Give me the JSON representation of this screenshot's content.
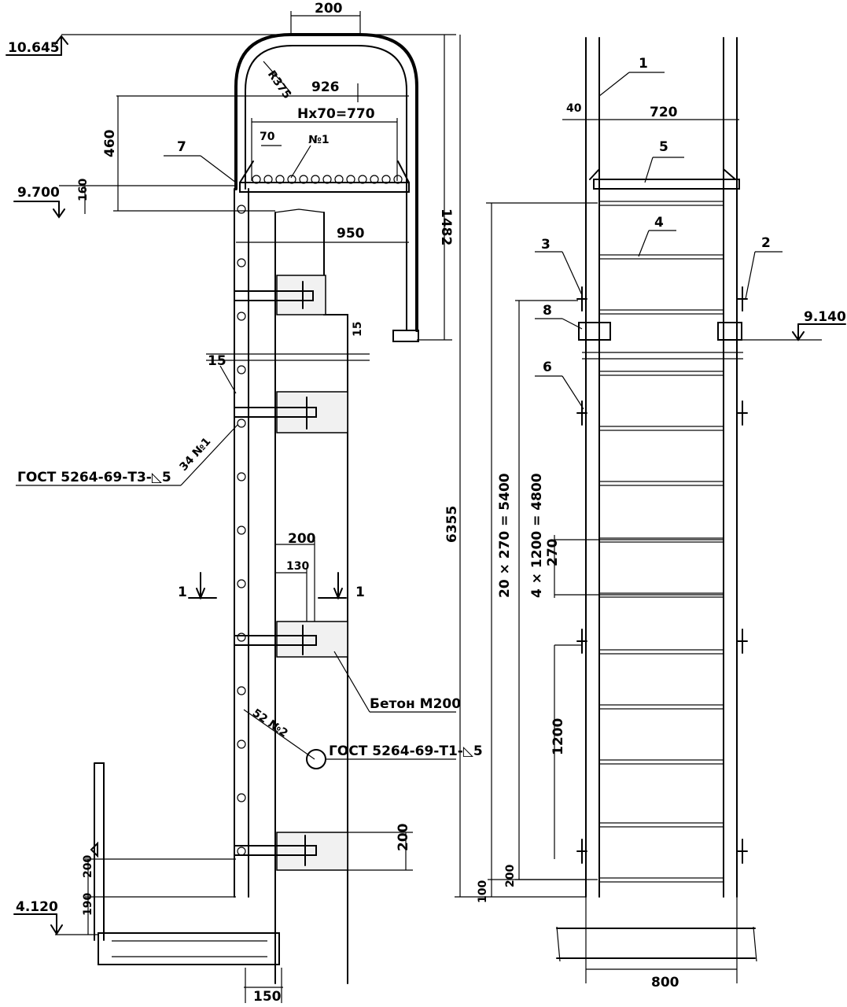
{
  "left_view": {
    "dims": {
      "d200_top": "200",
      "r375": "R375",
      "d926": "926",
      "n70": "Hx70=770",
      "d70": "70",
      "d460": "460",
      "d160": "160",
      "d950": "950",
      "d1482": "1482",
      "d15_a": "15",
      "d15_b": "15",
      "d200_mid": "200",
      "d130": "130",
      "d200_bot": "200",
      "d200_left": "200",
      "d190": "190",
      "d150": "150"
    },
    "levels": {
      "lvl_top": "10.645",
      "lvl_9700": "9.700",
      "lvl_4120": "4.120"
    },
    "labels": {
      "pos7": "7",
      "n1": "№1",
      "weld1": "34 №1",
      "gost1": "ГОСТ 5264-69-Т3-◺5",
      "section_left": "1",
      "section_right": "1",
      "concrete": "Бетон М200",
      "weld2": "52 №2",
      "gost2": "ГОСТ 5264-69-Т1-◺5"
    }
  },
  "right_view": {
    "dims": {
      "d6355": "6355",
      "d5400": "20 × 270 = 5400",
      "d4800": "4 × 1200 = 4800",
      "d40": "40",
      "d720": "720",
      "d270": "270",
      "d1200": "1200",
      "d200": "200",
      "d100": "100",
      "d800": "800"
    },
    "levels": {
      "lvl_9140": "9.140"
    },
    "labels": {
      "p1": "1",
      "p2": "2",
      "p3": "3",
      "p4": "4",
      "p5": "5",
      "p6": "6",
      "p8": "8"
    }
  }
}
